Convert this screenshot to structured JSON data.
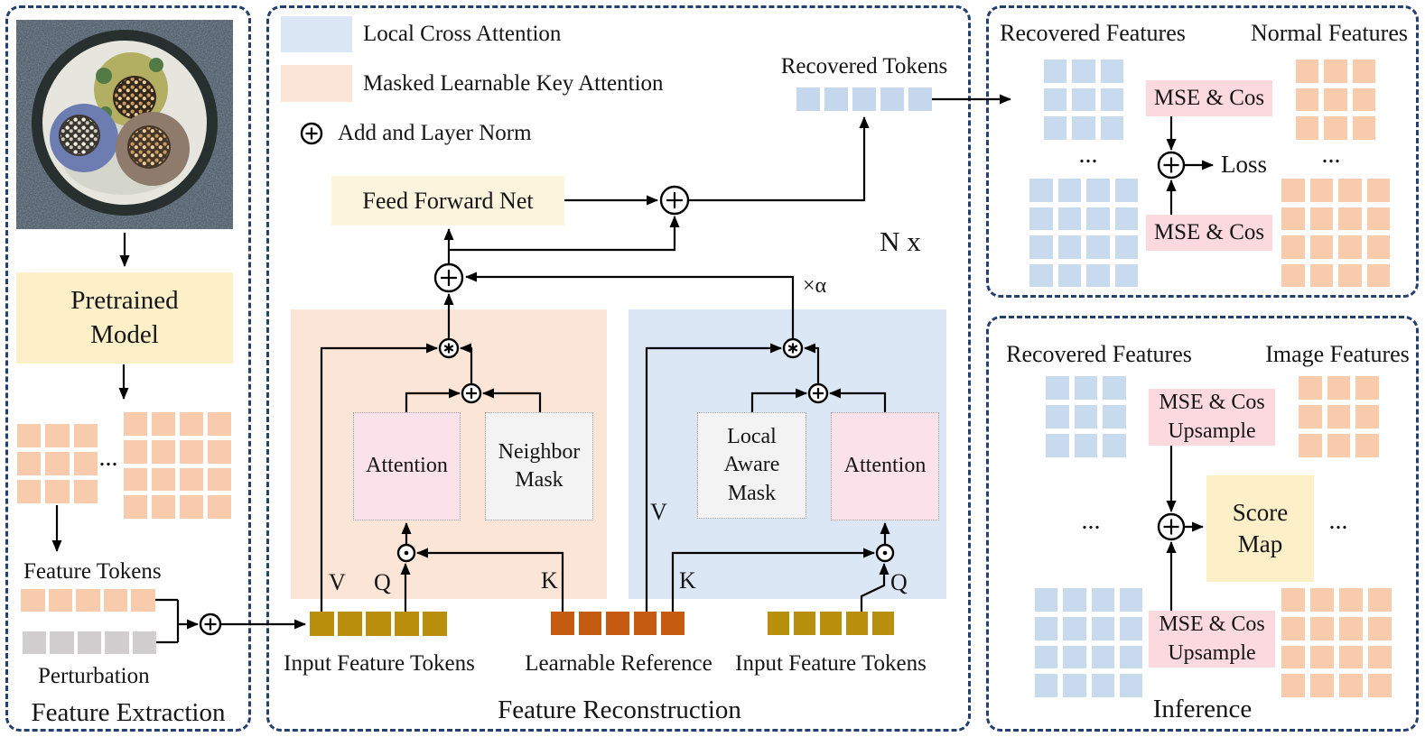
{
  "colors": {
    "accent_navy": "#24406e",
    "block_blue": "#dbe7f4",
    "block_orange": "#fbe5d6",
    "box_yellow": "#fdf0c8",
    "ffn_yellow": "#fcf4dc",
    "box_pink": "#fcd9de",
    "attention_pink": "#fbe1e9",
    "mask_gray": "#f3f3f3",
    "cell_blue": "#c8daee",
    "cell_orange": "#f8cbad",
    "token_gold": "#b8900e",
    "token_rust": "#c55a11",
    "token_gray": "#d0cece",
    "token_blue": "#c4d7ec"
  },
  "feature_extraction": {
    "title": "Feature Extraction",
    "pretrained_model_label": "Pretrained\nModel",
    "ellipsis": "...",
    "feature_tokens_label": "Feature Tokens",
    "perturbation_label": "Perturbation"
  },
  "feature_reconstruction": {
    "title": "Feature Reconstruction",
    "legend": {
      "local_cross_attention": "Local Cross Attention",
      "masked_learnable_key_attention": "Masked Learnable Key Attention",
      "add_layer_norm": "Add and Layer Norm"
    },
    "recovered_tokens_label": "Recovered Tokens",
    "feed_forward_net_label": "Feed Forward Net",
    "repeat_label": "N x",
    "alpha_label": "×α",
    "mlka_block": {
      "attention": "Attention",
      "mask": "Neighbor\nMask",
      "v": "V",
      "q": "Q",
      "k": "K"
    },
    "lca_block": {
      "attention": "Attention",
      "mask": "Local\nAware\nMask",
      "v": "V",
      "q": "Q",
      "k": "K"
    },
    "input_feature_tokens_left_label": "Input Feature Tokens",
    "learnable_reference_label": "Learnable Reference",
    "input_feature_tokens_right_label": "Input Feature Tokens"
  },
  "loss_panel": {
    "recovered_features_label": "Recovered Features",
    "normal_features_label": "Normal Features",
    "mse_cos_top_label": "MSE & Cos",
    "mse_cos_bottom_label": "MSE & Cos",
    "loss_label": "Loss",
    "ellipsis_left": "...",
    "ellipsis_right": "..."
  },
  "inference_panel": {
    "title": "Inference",
    "recovered_features_label": "Recovered Features",
    "image_features_label": "Image Features",
    "mse_cos_upsample_top_label": "MSE & Cos\nUpsample",
    "mse_cos_upsample_bottom_label": "MSE & Cos\nUpsample",
    "score_map_label": "Score\nMap",
    "ellipsis_left": "...",
    "ellipsis_right": "..."
  },
  "operators": {
    "add_and_layer_norm": "⊕",
    "multiply": "*",
    "dot_product": "⊙"
  },
  "grids": {
    "extract_small": {
      "rows": 3,
      "cols": 3,
      "color": "cell_orange"
    },
    "extract_large": {
      "rows": 4,
      "cols": 4,
      "color": "cell_orange"
    },
    "loss_recovered_small": {
      "rows": 3,
      "cols": 3,
      "color": "cell_blue"
    },
    "loss_recovered_large": {
      "rows": 4,
      "cols": 4,
      "color": "cell_blue"
    },
    "loss_normal_small": {
      "rows": 3,
      "cols": 3,
      "color": "cell_orange"
    },
    "loss_normal_large": {
      "rows": 4,
      "cols": 4,
      "color": "cell_orange"
    },
    "infer_recovered_small": {
      "rows": 3,
      "cols": 3,
      "color": "cell_blue"
    },
    "infer_recovered_large": {
      "rows": 4,
      "cols": 4,
      "color": "cell_blue"
    },
    "infer_image_small": {
      "rows": 3,
      "cols": 3,
      "color": "cell_orange"
    },
    "infer_image_large": {
      "rows": 4,
      "cols": 4,
      "color": "cell_orange"
    }
  },
  "token_rows": {
    "feature_tokens": {
      "count": 5,
      "color": "cell_orange"
    },
    "perturbation": {
      "count": 5,
      "color": "token_gray"
    },
    "recovered_tokens": {
      "count": 5,
      "color": "token_blue"
    },
    "input_left": {
      "count": 5,
      "color": "token_gold"
    },
    "learnable_reference": {
      "count": 5,
      "color": "token_rust"
    },
    "input_right": {
      "count": 5,
      "color": "token_gold"
    }
  }
}
